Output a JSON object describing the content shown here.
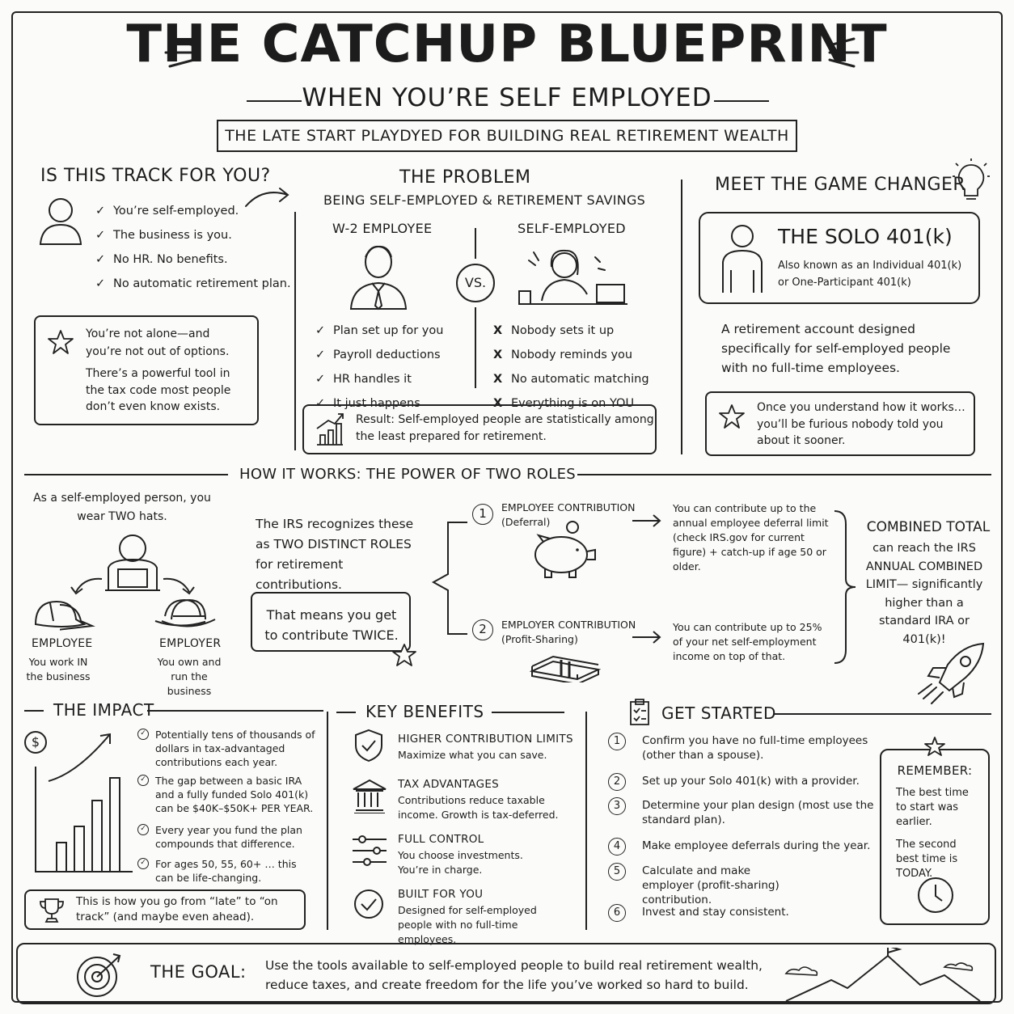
{
  "header": {
    "title": "THE CATCHUP BLUEPRINT",
    "subtitle": "WHEN YOU’RE SELF EMPLOYED",
    "banner": "THE LATE START PLAYDYED FOR BUILDING REAL RETIREMENT WEALTH"
  },
  "track": {
    "heading": "IS THIS TRACK FOR YOU?",
    "items": [
      "You’re self-employed.",
      "The business is you.",
      "No HR. No benefits.",
      "No automatic retirement plan."
    ],
    "note_1": "You’re not alone—and you’re not out of options.",
    "note_2": "There’s a powerful tool in the tax code most people don’t even know exists."
  },
  "problem": {
    "heading": "THE PROBLEM",
    "subheading": "BEING SELF-EMPLOYED & RETIREMENT SAVINGS",
    "left_label": "W-2 EMPLOYEE",
    "right_label": "SELF-EMPLOYED",
    "vs": "VS.",
    "left_items": [
      "Plan set up for you",
      "Payroll deductions",
      "HR handles it",
      "It just happens"
    ],
    "right_items": [
      "Nobody sets it up",
      "Nobody reminds you",
      "No automatic matching",
      "Everything is on YOU"
    ],
    "check_mark": "✓",
    "x_mark": "X",
    "result": "Result: Self-employed people are statistically among the least prepared for retirement."
  },
  "changer": {
    "heading": "MEET THE GAME CHANGER",
    "card_title": "THE SOLO 401(k)",
    "card_desc": "Also known as an Individual 401(k) or One-Participant 401(k)",
    "desc": "A retirement account designed specifically for self-employed people with no full-time employees.",
    "note": "Once you understand how it works… you’ll be furious nobody told you about it sooner."
  },
  "how": {
    "heading": "HOW IT WORKS: THE POWER OF TWO ROLES",
    "hats_intro": "As a self-employed person, you wear TWO hats.",
    "employee_label": "EMPLOYEE",
    "employee_desc": "You work IN the business",
    "employer_label": "EMPLOYER",
    "employer_desc": "You own and run the business",
    "irs_text": "The IRS recognizes these as TWO DISTINCT ROLES for retirement contributions.",
    "twice_text": "That means you get to contribute TWICE.",
    "c1_num": "1",
    "c1_title": "EMPLOYEE CONTRIBUTION",
    "c1_sub": "(Deferral)",
    "c1_desc": "You can contribute up to the annual employee deferral limit (check IRS.gov for current figure) + catch-up if age 50 or older.",
    "c2_num": "2",
    "c2_title": "EMPLOYER CONTRIBUTION",
    "c2_sub": "(Profit-Sharing)",
    "c2_desc": "You can contribute up to 25% of your net self-employment income on top of that.",
    "combined_title": "COMBINED TOTAL",
    "combined_desc": "can reach the IRS ANNUAL COMBINED LIMIT— significantly higher than a standard IRA or 401(k)!"
  },
  "impact": {
    "heading": "THE IMPACT",
    "items": [
      "Potentially tens of thousands of dollars in tax-advantaged contributions each year.",
      "The gap between a basic IRA and a fully funded Solo 401(k) can be $40K–$50K+ PER YEAR.",
      "Every year you fund the plan compounds that difference.",
      "For ages 50, 55, 60+ … this can be life-changing."
    ],
    "dollar": "$",
    "note": "This is how you go from “late” to “on track” (and maybe even ahead)."
  },
  "benefits": {
    "heading": "KEY BENEFITS",
    "items": [
      {
        "title": "HIGHER CONTRIBUTION LIMITS",
        "desc": "Maximize what you can save."
      },
      {
        "title": "TAX ADVANTAGES",
        "desc": "Contributions reduce taxable income. Growth is tax-deferred."
      },
      {
        "title": "FULL CONTROL",
        "desc": "You choose investments. You’re in charge."
      },
      {
        "title": "BUILT FOR YOU",
        "desc": "Designed for self-employed people with no full-time employees."
      }
    ]
  },
  "start": {
    "heading": "GET STARTED",
    "steps": [
      {
        "n": "1",
        "text": "Confirm you have no full-time employees (other than a spouse)."
      },
      {
        "n": "2",
        "text": "Set up your Solo 401(k) with a provider."
      },
      {
        "n": "3",
        "text": "Determine your plan design (most use the standard plan)."
      },
      {
        "n": "4",
        "text": "Make employee deferrals during the year."
      },
      {
        "n": "5",
        "text": "Calculate and make employer (profit-sharing) contribution."
      },
      {
        "n": "6",
        "text": "Invest and stay consistent."
      }
    ],
    "remember_title": "REMEMBER:",
    "remember_1": "The best time to start was earlier.",
    "remember_2": "The second best time is TODAY."
  },
  "goal": {
    "label": "THE GOAL:",
    "text": "Use the tools available to self-employed people to build real retirement wealth, reduce taxes, and create freedom for the life you’ve worked so hard to build."
  }
}
